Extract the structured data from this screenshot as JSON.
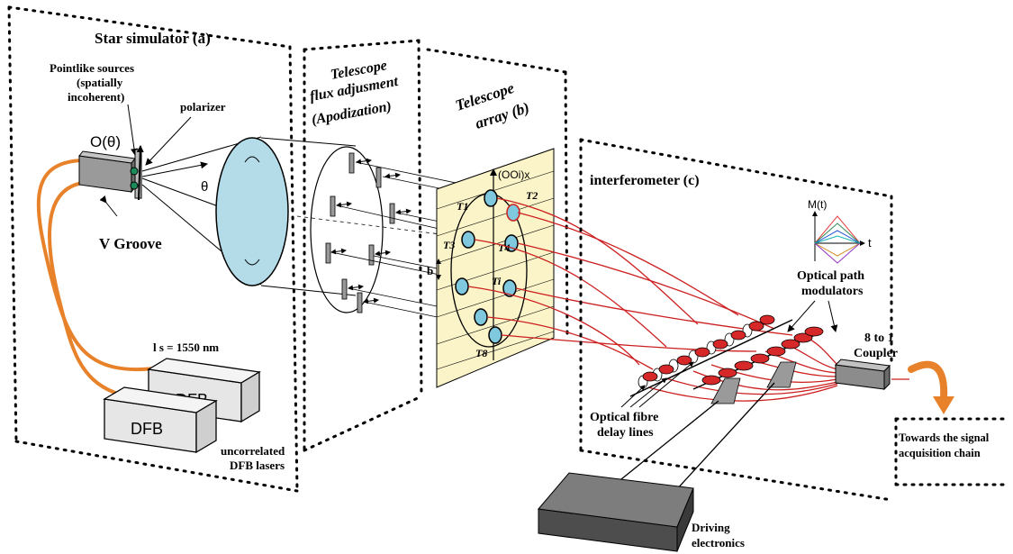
{
  "star_simulator": {
    "title": "Star   simulator (a)",
    "pointlike_line1": "Pointlike sources",
    "pointlike_line2": "(spatially",
    "pointlike_line3": "incoherent)",
    "polarizer": "polarizer",
    "o_theta": "O(θ)",
    "theta": "θ",
    "v_groove": "V Groove",
    "lambda": "l s = 1550 nm",
    "dfb_front": "DFB",
    "dfb_back": "DFB",
    "lasers_line1": "uncorrelated",
    "lasers_line2": "DFB lasers"
  },
  "apodization": {
    "line1": "Telescope",
    "line2": "flux adjusment",
    "line3": "(Apodization)"
  },
  "telescope_array": {
    "line1": "Telescope",
    "line2": "array (b)",
    "axis_x": "(OOi)x",
    "b_label": "b",
    "labels": [
      "T1",
      "T2",
      "T3",
      "T4",
      "Ti",
      "T8"
    ]
  },
  "interferometer": {
    "title": "interferometer (c)",
    "mt": "M(t)",
    "t": "t",
    "opm_line1": "Optical path",
    "opm_line2": "modulators",
    "coupler_line1": "8 to 1",
    "coupler_line2": "Coupler",
    "fibre_line1": "Optical fibre",
    "fibre_line2": "delay lines",
    "driving_line1": "Driving",
    "driving_line2": "electronics",
    "towards_line1": "Towards the signal",
    "towards_line2": "acquisition chain"
  },
  "colors": {
    "fiber_orange": "#e8822a",
    "fiber_red": "#cc1f1f",
    "lens_blue": "#b3dbe8",
    "panel_yellow": "#fbf4c8",
    "modulator_red": "#d62828"
  }
}
